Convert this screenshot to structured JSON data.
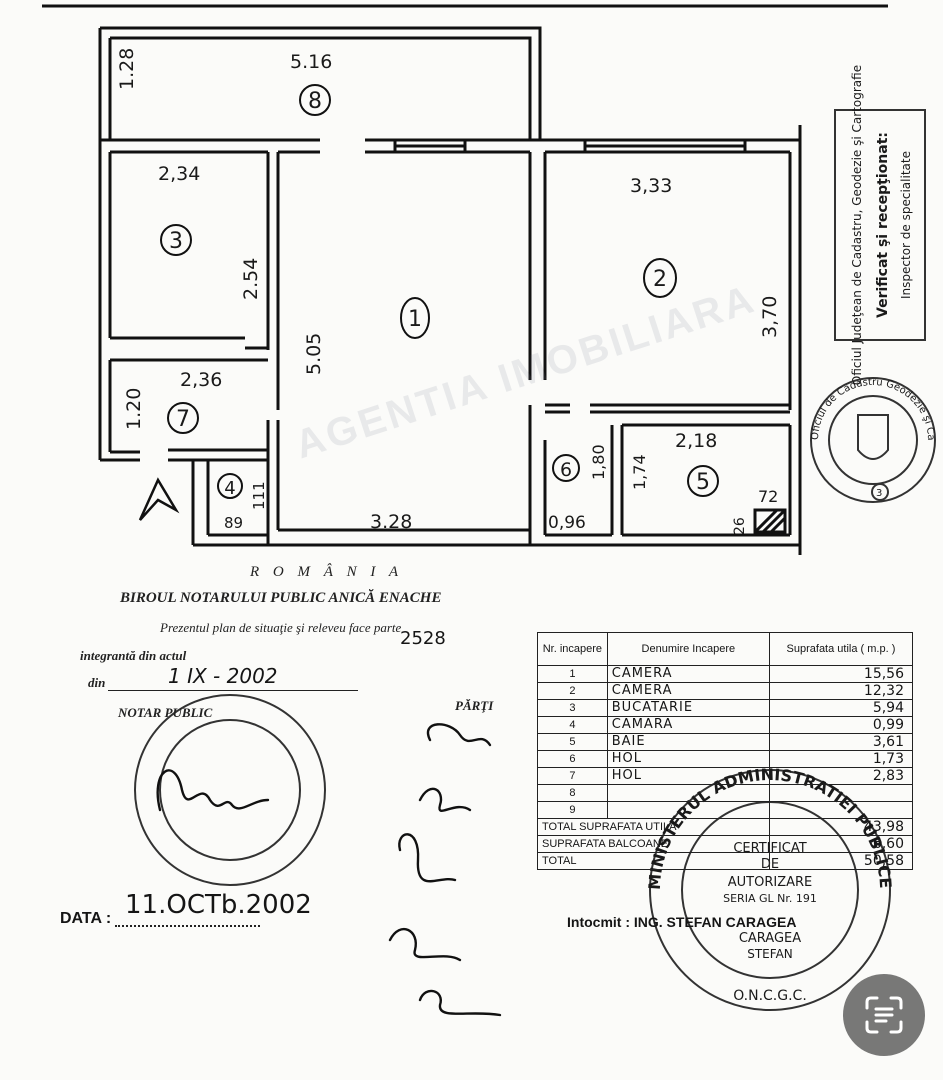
{
  "dimensions": {
    "d_8_top": "5.16",
    "d_8_side": "1.28",
    "d_3_top": "2,34",
    "d_3_side": "2.54",
    "d_1_side": "5.05",
    "d_1_bottom": "3.28",
    "d_2_top": "3,33",
    "d_2_side": "3,70",
    "d_7_top": "2,36",
    "d_7_side": "1.20",
    "d_4_w": "89",
    "d_4_h": "111",
    "d_6_w": "0,96",
    "d_6_h": "1,80",
    "d_5_top": "2,18",
    "d_5_side": "1,74",
    "d_5_small_a": "72",
    "d_5_small_b": "26"
  },
  "rooms": [
    "1",
    "2",
    "3",
    "4",
    "5",
    "6",
    "7",
    "8"
  ],
  "notary": {
    "country": "R O M Â N I A",
    "office": "BIROUL NOTARULUI PUBLIC ANICĂ ENACHE",
    "line1": "Prezentul plan de situaţie şi releveu face parte",
    "line2": "integrantă din actul",
    "act_no": "2528",
    "line3_prefix": "din",
    "line3_value": "1 IX - 2002",
    "notar_label": "NOTAR PUBLIC",
    "parti_label": "PĂRŢI",
    "data_label": "DATA :",
    "data_value": "11.OCTb.2002"
  },
  "table": {
    "col_nr": "Nr. incapere",
    "col_name": "Denumire Incapere",
    "col_area": "Suprafata utila ( m.p. )",
    "rows": [
      {
        "nr": "1",
        "name": "CAMERA",
        "area": "15,56"
      },
      {
        "nr": "2",
        "name": "CAMERA",
        "area": "12,32"
      },
      {
        "nr": "3",
        "name": "BUCATARIE",
        "area": "5,94"
      },
      {
        "nr": "4",
        "name": "CAMARA",
        "area": "0,99"
      },
      {
        "nr": "5",
        "name": "BAIE",
        "area": "3,61"
      },
      {
        "nr": "6",
        "name": "HOL",
        "area": "1,73"
      },
      {
        "nr": "7",
        "name": "HOL",
        "area": "2,83"
      },
      {
        "nr": "8",
        "name": "",
        "area": ""
      },
      {
        "nr": "9",
        "name": "",
        "area": ""
      }
    ],
    "total_util_label": "TOTAL SUPRAFATA UTILA",
    "total_util": "43,98",
    "balcoane_label": "SUPRAFATA BALCOANE",
    "balcoane": "6,60",
    "total_label": "TOTAL",
    "total": "50,58"
  },
  "intocmit": "Intocmit : ING. STEFAN CARAGEA",
  "stamps": {
    "cert_line1": "CERTIFICAT",
    "cert_line2": "DE",
    "cert_line3": "AUTORIZARE",
    "cert_line4": "SERIA GL Nr. 191",
    "cert_ring": "MINISTERUL ADMINISTRATIEI PUBLICE",
    "cert_name": "CARAGEA",
    "cert_sub": "STEFAN",
    "cert_bottom": "O.N.C.G.C.",
    "county_ring": "Oficiul de Cadastru Geodezie şi Cartografie Judeţul Galaţi",
    "verif_line1": "Verificat şi recepţionat:",
    "verif_line2": "Inspector de specialitate",
    "verif_ring": "Oficiul Judeţean de Cadastru, Geodezie şi Cartografie"
  },
  "watermark": "AGENTIA IMOBILIARA",
  "scan_icon": "text-scan-icon"
}
